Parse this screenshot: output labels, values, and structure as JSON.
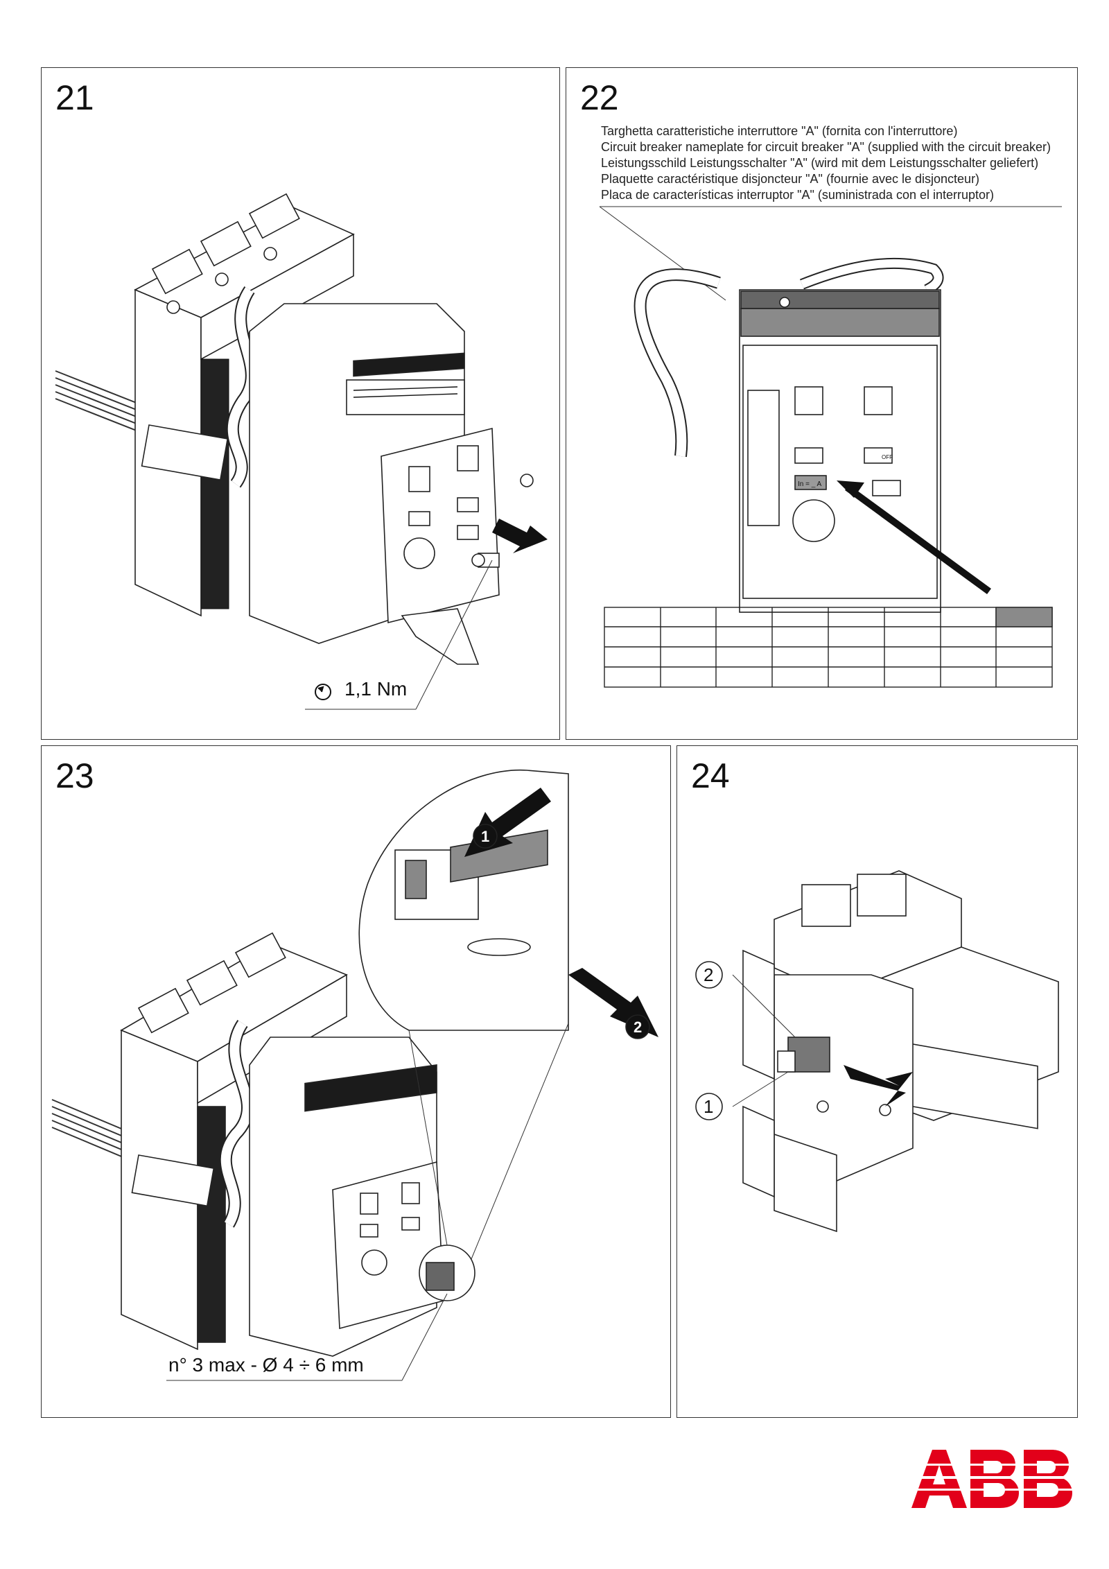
{
  "panels": {
    "p21": {
      "number": "21",
      "torque_label": "1,1 Nm",
      "icon": "torque-wrench-icon"
    },
    "p22": {
      "number": "22",
      "caption_lines": [
        "Targhetta caratteristiche interruttore \"A\" (fornita con l'interruttore)",
        "Circuit breaker nameplate for circuit breaker \"A\" (supplied with the circuit breaker)",
        "Leistungsschild Leistungsschalter \"A\" (wird mit dem Leistungsschalter geliefert)",
        "Plaquette caractéristique disjoncteur \"A\" (fournie avec le disjoncteur)",
        "Placa de características interruptor \"A\" (suministrada con el interruptor)"
      ],
      "plate_label": "In = _ A",
      "off_label": "OFF",
      "table": {
        "rows": 4,
        "cols": 8,
        "highlight_cell": "row1-col8"
      }
    },
    "p23": {
      "number": "23",
      "step_1": "1",
      "step_2": "2",
      "cable_spec": "n° 3 max -  Ø 4 ÷ 6 mm"
    },
    "p24": {
      "number": "24",
      "callout_1": "1",
      "callout_2": "2"
    }
  },
  "brand": {
    "logo_text": "ABB",
    "color": "#e2001a"
  }
}
